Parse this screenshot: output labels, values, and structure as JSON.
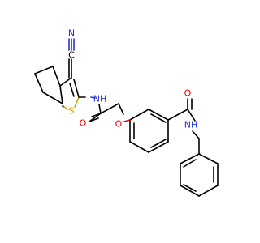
{
  "molecule": {
    "atom_labels": {
      "nitrile_c": "C",
      "nitrile_n": "N",
      "thiophene_s": "S",
      "amide1_nh": "NH",
      "amide1_o": "O",
      "ether_o": "O",
      "amide2_o": "O",
      "amide2_nh": "NH"
    },
    "colors": {
      "carbon": "#000000",
      "nitrogen": "#2233dd",
      "oxygen": "#ee0000",
      "sulfur": "#c8aa00"
    }
  }
}
